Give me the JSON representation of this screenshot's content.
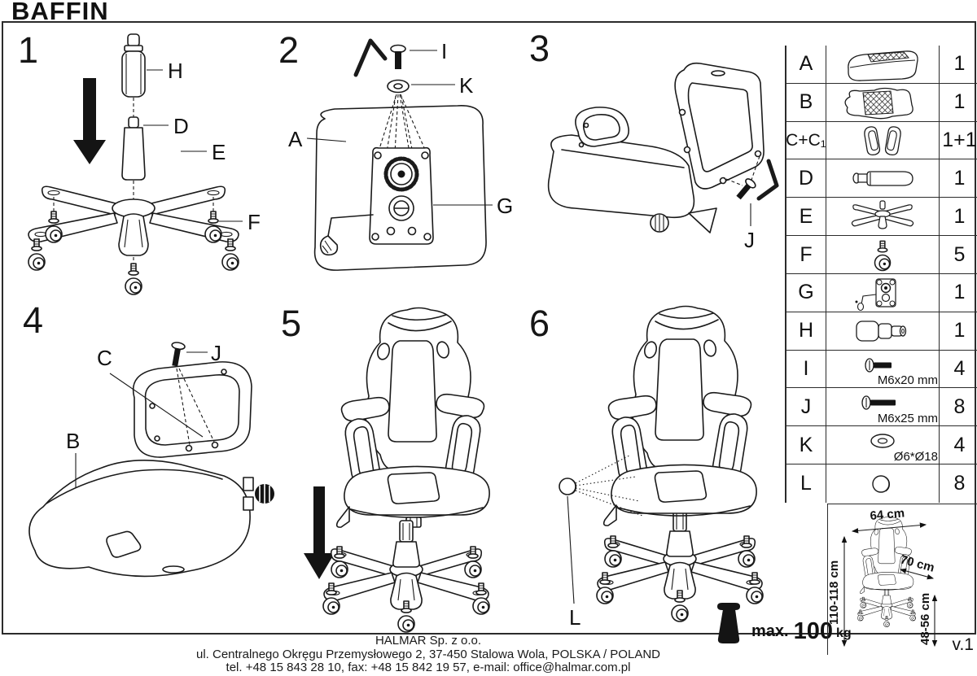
{
  "title": "BAFFIN",
  "version": "v.1",
  "steps": [
    {
      "number": "1",
      "labels": {
        "h": "H",
        "d": "D",
        "e": "E",
        "f": "F"
      }
    },
    {
      "number": "2",
      "labels": {
        "i": "I",
        "k": "K",
        "a": "A",
        "g": "G"
      }
    },
    {
      "number": "3",
      "labels": {
        "j": "J"
      }
    },
    {
      "number": "4",
      "labels": {
        "c": "C",
        "j": "J",
        "b": "B"
      }
    },
    {
      "number": "5",
      "labels": {}
    },
    {
      "number": "6",
      "labels": {
        "l": "L"
      }
    }
  ],
  "parts_table": {
    "rows": [
      {
        "id": "A",
        "qty": "1",
        "note": ""
      },
      {
        "id": "B",
        "qty": "1",
        "note": ""
      },
      {
        "id": "C+C₁",
        "qty": "1+1",
        "note": ""
      },
      {
        "id": "D",
        "qty": "1",
        "note": ""
      },
      {
        "id": "E",
        "qty": "1",
        "note": ""
      },
      {
        "id": "F",
        "qty": "5",
        "note": ""
      },
      {
        "id": "G",
        "qty": "1",
        "note": ""
      },
      {
        "id": "H",
        "qty": "1",
        "note": ""
      },
      {
        "id": "I",
        "qty": "4",
        "note": "M6x20 mm"
      },
      {
        "id": "J",
        "qty": "8",
        "note": "M6x25 mm"
      },
      {
        "id": "K",
        "qty": "4",
        "note": "Ø6*Ø18"
      },
      {
        "id": "L",
        "qty": "8",
        "note": ""
      }
    ]
  },
  "dimensions": {
    "width": "64 cm",
    "depth": "70 cm",
    "height": "110-118 cm",
    "seat_height": "48-56 cm"
  },
  "max_load": {
    "label": "max.",
    "value": "100",
    "unit": "kg"
  },
  "footer": {
    "company": "HALMAR Sp. z o.o.",
    "address": "ul. Centralnego Okręgu Przemysłowego 2, 37-450 Stalowa Wola, POLSKA / POLAND",
    "contact": "tel. +48 15 843 28 10, fax: +48 15 842 19 57, e-mail: office@halmar.com.pl"
  }
}
